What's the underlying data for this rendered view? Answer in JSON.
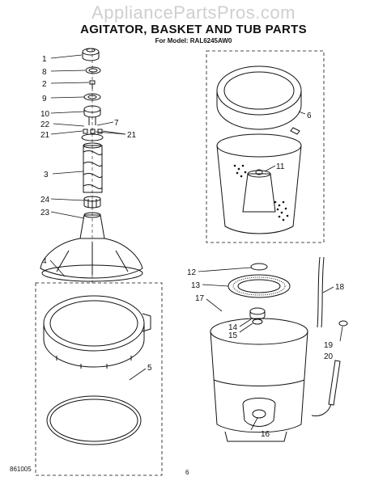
{
  "header": {
    "watermark": "AppliancePartsPros.com",
    "title": "AGITATOR, BASKET AND TUB PARTS",
    "subtitle": "For Model: RAL6245AW0"
  },
  "footer": {
    "code": "861005",
    "page": "6"
  },
  "callouts": [
    {
      "id": "c1",
      "text": "1"
    },
    {
      "id": "c8",
      "text": "8"
    },
    {
      "id": "c2",
      "text": "2"
    },
    {
      "id": "c9",
      "text": "9"
    },
    {
      "id": "c10",
      "text": "10"
    },
    {
      "id": "c22",
      "text": "22"
    },
    {
      "id": "c21a",
      "text": "21"
    },
    {
      "id": "c21b",
      "text": "21"
    },
    {
      "id": "c7",
      "text": "7"
    },
    {
      "id": "c3",
      "text": "3"
    },
    {
      "id": "c24",
      "text": "24"
    },
    {
      "id": "c23",
      "text": "23"
    },
    {
      "id": "c4",
      "text": "4"
    },
    {
      "id": "c5",
      "text": "5"
    },
    {
      "id": "c6",
      "text": "6"
    },
    {
      "id": "c11",
      "text": "11"
    },
    {
      "id": "c12",
      "text": "12"
    },
    {
      "id": "c13",
      "text": "13"
    },
    {
      "id": "c17",
      "text": "17"
    },
    {
      "id": "c14",
      "text": "14"
    },
    {
      "id": "c15",
      "text": "15"
    },
    {
      "id": "c18",
      "text": "18"
    },
    {
      "id": "c19",
      "text": "19"
    },
    {
      "id": "c20",
      "text": "20"
    },
    {
      "id": "c16",
      "text": "16"
    }
  ]
}
